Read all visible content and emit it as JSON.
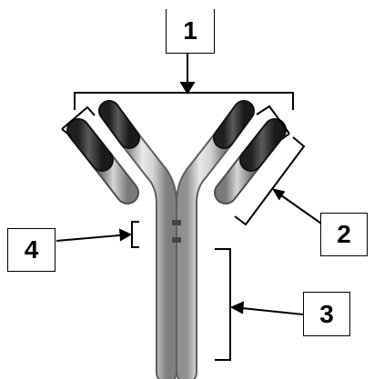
{
  "labels": {
    "one": "1",
    "two": "2",
    "three": "3",
    "four": "4"
  },
  "colors": {
    "bracket": "#000000",
    "chain_dark": "#3a3a3a",
    "chain_light": "#b9b9b9",
    "stem": "#c6c6c6"
  }
}
